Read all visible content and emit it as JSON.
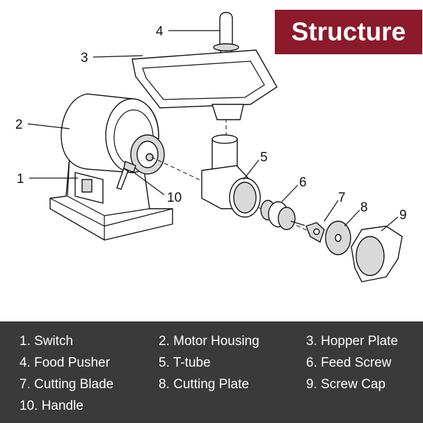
{
  "title": "Structure",
  "colors": {
    "banner": "#8b1a2b",
    "legend_bg": "#3a3a3a",
    "text_light": "#ffffff",
    "line": "#111111"
  },
  "callouts": [
    "1",
    "2",
    "3",
    "4",
    "5",
    "6",
    "7",
    "8",
    "9",
    "10"
  ],
  "legend": [
    "1. Switch",
    "2. Motor Housing",
    "3. Hopper Plate",
    "4. Food Pusher",
    "5. T-tube",
    "6. Feed Screw",
    "7. Cutting Blade",
    "8. Cutting Plate",
    "9. Screw Cap",
    "10. Handle"
  ]
}
